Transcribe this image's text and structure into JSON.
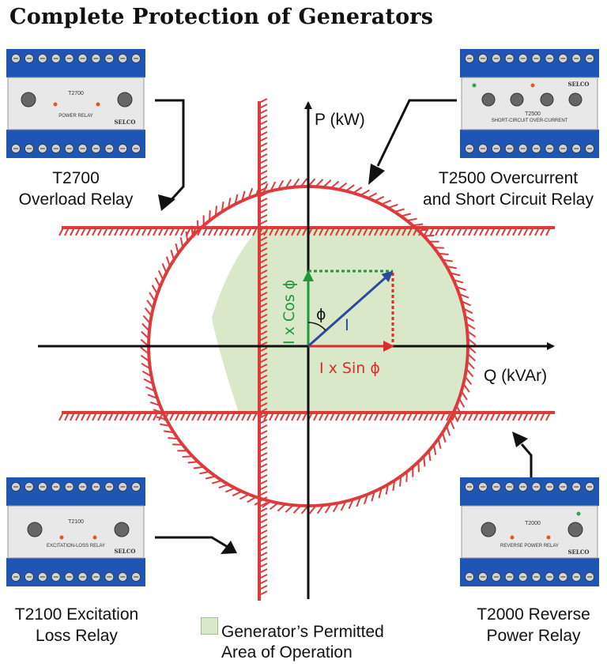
{
  "title": "Complete Protection of Generators",
  "diagram": {
    "axis_p_label": "P (kW)",
    "axis_q_label": "Q (kVAr)",
    "phi_label": "ϕ",
    "current_label": "I",
    "cos_label": "I x Cos ϕ",
    "sin_label": "I x Sin ϕ",
    "colors": {
      "protection": "#dd3b3b",
      "permitted_area": "#d8e8c8",
      "vector_i": "#2d4a9a",
      "vector_cos": "#22963c",
      "vector_sin": "#dd2a2a",
      "relay_blue": "#1f55b5"
    }
  },
  "relays": [
    {
      "id": "t2700",
      "caption_line1": "T2700",
      "caption_line2": "Overload Relay",
      "model": "T2700",
      "face_label": "POWER RELAY",
      "brand": "SELCO"
    },
    {
      "id": "t2500",
      "caption_line1": "T2500 Overcurrent",
      "caption_line2": "and Short Circuit Relay",
      "model": "T2500",
      "face_label": "SHORT-CIRCUIT   OVER-CURRENT",
      "brand": "SELCO"
    },
    {
      "id": "t2100",
      "caption_line1": "T2100 Excitation",
      "caption_line2": "Loss Relay",
      "model": "T2100",
      "face_label": "EXCITATION-LOSS RELAY",
      "brand": "SELCO"
    },
    {
      "id": "t2000",
      "caption_line1": "T2000 Reverse",
      "caption_line2": "Power Relay",
      "model": "T2000",
      "face_label": "REVERSE POWER RELAY",
      "brand": "SELCO"
    }
  ],
  "legend": {
    "line1": "Generator’s Permitted",
    "line2": "Area of Operation"
  }
}
